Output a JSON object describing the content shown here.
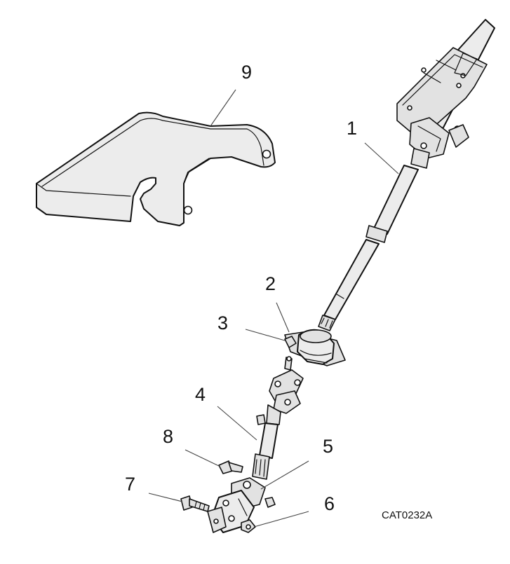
{
  "figure": {
    "reference": "CAT0232A",
    "callouts": [
      {
        "id": "callout-1",
        "label": "1"
      },
      {
        "id": "callout-2",
        "label": "2"
      },
      {
        "id": "callout-3",
        "label": "3"
      },
      {
        "id": "callout-4",
        "label": "4"
      },
      {
        "id": "callout-5",
        "label": "5"
      },
      {
        "id": "callout-6",
        "label": "6"
      },
      {
        "id": "callout-7",
        "label": "7"
      },
      {
        "id": "callout-8",
        "label": "8"
      },
      {
        "id": "callout-9",
        "label": "9"
      }
    ]
  }
}
